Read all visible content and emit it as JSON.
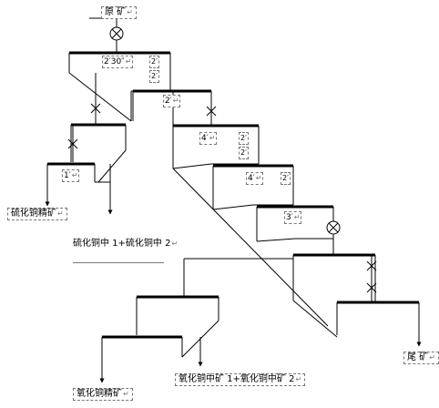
{
  "labels": {
    "feed": "原 矿",
    "cu_sulfide_conc": "硫化铜精矿",
    "cu_sulfide_middlings": "硫化铜中 1+硫化铜中 2",
    "tailings": "尾 矿",
    "cu_oxide_conc": "氧化铜精矿",
    "cu_oxide_middlings": "氧化铜中矿 1+氧化铜中矿 2"
  },
  "times": {
    "rough1": "2′30″",
    "rough1_side_a": "2′",
    "rough1_side_b": "2′",
    "scav1": "2′",
    "clean1": "1′",
    "scav2": "4′",
    "scav2_side_a": "2′",
    "scav2_side_b": "2′",
    "scav3": "4′",
    "scav3_side": "2′",
    "scav4": "3′"
  },
  "para_mark": "↵"
}
